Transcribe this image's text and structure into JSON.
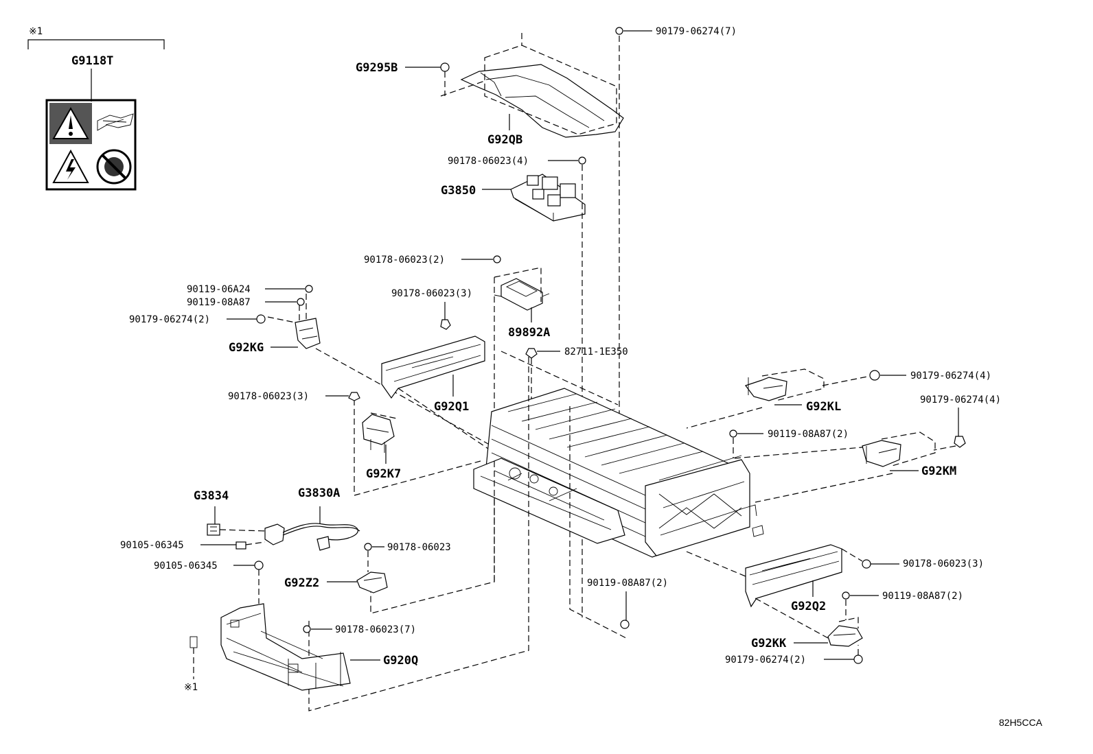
{
  "diagram": {
    "labels": [
      {
        "id": "note1_top",
        "text": "※1"
      },
      {
        "id": "G9118T",
        "text": "G9118T"
      },
      {
        "id": "G9295B",
        "text": "G9295B"
      },
      {
        "id": "G92QB",
        "text": "G92QB"
      },
      {
        "id": "bolt_top",
        "text": "90179-06274(7)"
      },
      {
        "id": "nut_g3850",
        "text": "90178-06023(4)"
      },
      {
        "id": "G3850",
        "text": "G3850"
      },
      {
        "id": "nut_89892",
        "text": "90178-06023(2)"
      },
      {
        "id": "nut_g92q1",
        "text": "90178-06023(3)"
      },
      {
        "id": "89892A",
        "text": "89892A"
      },
      {
        "id": "b_06a24",
        "text": "90119-06A24"
      },
      {
        "id": "b_08a87_a",
        "text": "90119-08A87"
      },
      {
        "id": "n_kg",
        "text": "90179-06274(2)"
      },
      {
        "id": "G92KG",
        "text": "G92KG"
      },
      {
        "id": "c82711",
        "text": "82711-1E350"
      },
      {
        "id": "G92Q1",
        "text": "G92Q1"
      },
      {
        "id": "n_k7",
        "text": "90178-06023(3)"
      },
      {
        "id": "G92K7",
        "text": "G92K7"
      },
      {
        "id": "n_kl",
        "text": "90179-06274(4)"
      },
      {
        "id": "G92KL",
        "text": "G92KL"
      },
      {
        "id": "n_km",
        "text": "90179-06274(4)"
      },
      {
        "id": "b_km",
        "text": "90119-08A87(2)"
      },
      {
        "id": "G92KM",
        "text": "G92KM"
      },
      {
        "id": "G3834",
        "text": "G3834"
      },
      {
        "id": "G3830A",
        "text": "G3830A"
      },
      {
        "id": "b_06345_a",
        "text": "90105-06345"
      },
      {
        "id": "b_06345_b",
        "text": "90105-06345"
      },
      {
        "id": "n_g92z2",
        "text": "90178-06023"
      },
      {
        "id": "G92Z2",
        "text": "G92Z2"
      },
      {
        "id": "b_bottom",
        "text": "90119-08A87(2)"
      },
      {
        "id": "n_q2",
        "text": "90178-06023(3)"
      },
      {
        "id": "b_q2",
        "text": "90119-08A87(2)"
      },
      {
        "id": "G92Q2",
        "text": "G92Q2"
      },
      {
        "id": "G92KK",
        "text": "G92KK"
      },
      {
        "id": "n_kk",
        "text": "90179-06274(2)"
      },
      {
        "id": "n_g920q",
        "text": "90178-06023(7)"
      },
      {
        "id": "G920Q",
        "text": "G920Q"
      },
      {
        "id": "note1_bottom",
        "text": "※1"
      }
    ],
    "ref_code": "82H5CCA"
  }
}
